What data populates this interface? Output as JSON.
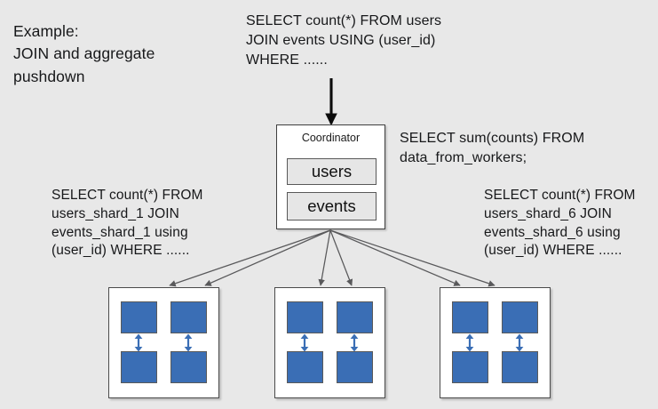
{
  "background_color": "#e8e8e8",
  "accent_color": "#3a6eb5",
  "labels": {
    "example": "Example:\n  JOIN and aggregate\n  pushdown"
  },
  "queries": {
    "client_query": "SELECT count(*) FROM users\nJOIN events USING (user_id)\nWHERE ......",
    "coordinator_merge_query": "SELECT sum(counts) FROM\ndata_from_workers;",
    "worker_query_left": "SELECT count(*) FROM\nusers_shard_1 JOIN\nevents_shard_1 using\n(user_id) WHERE ......",
    "worker_query_right": "SELECT count(*) FROM\nusers_shard_6 JOIN\nevents_shard_6 using\n(user_id) WHERE ......"
  },
  "coordinator": {
    "title": "Coordinator",
    "tables": [
      {
        "name": "users"
      },
      {
        "name": "events"
      }
    ]
  },
  "workers": [
    {
      "id": "worker-1",
      "shards": [
        "shard-a",
        "shard-b",
        "shard-c",
        "shard-d"
      ],
      "replication_links": 2
    },
    {
      "id": "worker-2",
      "shards": [
        "shard-a",
        "shard-b",
        "shard-c",
        "shard-d"
      ],
      "replication_links": 2
    },
    {
      "id": "worker-3",
      "shards": [
        "shard-a",
        "shard-b",
        "shard-c",
        "shard-d"
      ],
      "replication_links": 2
    }
  ],
  "arrows": {
    "client_to_coordinator": {
      "style": "thick-black-down"
    },
    "coordinator_to_workers_count": 6
  }
}
